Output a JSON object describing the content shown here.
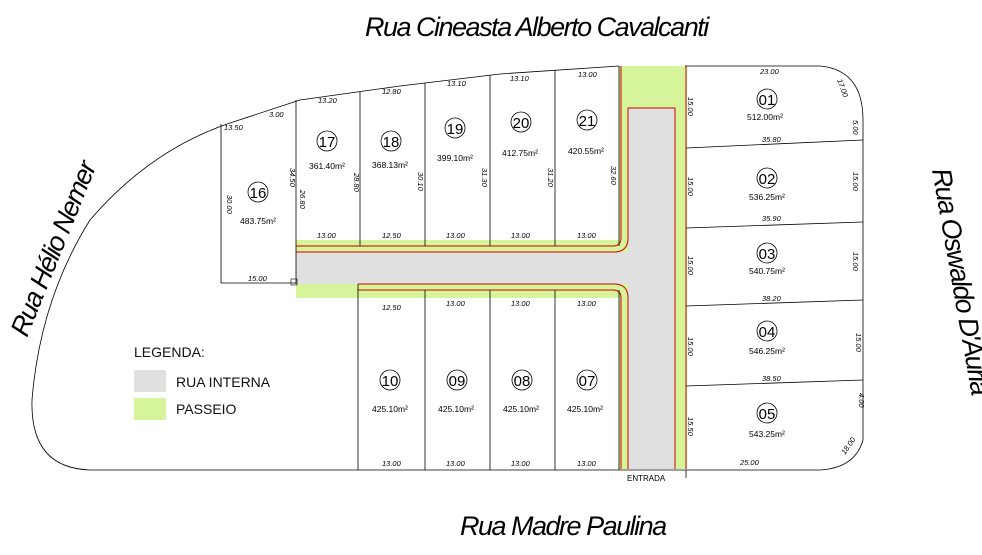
{
  "streets": {
    "top": "Rua Cineasta Alberto Cavalcanti",
    "left": "Rua Hélio Nemer",
    "right": "Rua Oswaldo D'Auria",
    "bottom": "Rua Madre Paulina"
  },
  "legend": {
    "title": "LEGENDA:",
    "items": [
      {
        "label": "RUA INTERNA",
        "color": "#e0e0e0"
      },
      {
        "label": "PASSEIO",
        "color": "#d6f59a"
      }
    ]
  },
  "entrance_label": "ENTRADA",
  "colors": {
    "road": "#e0e0e0",
    "sidewalk": "#d6f59a",
    "outline": "#000000",
    "curb": "#d00000"
  },
  "lots": [
    {
      "num": "01",
      "area": "512.00m²"
    },
    {
      "num": "02",
      "area": "536.25m²"
    },
    {
      "num": "03",
      "area": "540.75m²"
    },
    {
      "num": "04",
      "area": "546.25m²"
    },
    {
      "num": "05",
      "area": "543.25m²"
    },
    {
      "num": "07",
      "area": "425.10m²"
    },
    {
      "num": "08",
      "area": "425.10m²"
    },
    {
      "num": "09",
      "area": "425.10m²"
    },
    {
      "num": "10",
      "area": "425.10m²"
    },
    {
      "num": "16",
      "area": "483.75m²"
    },
    {
      "num": "17",
      "area": "361.40m²"
    },
    {
      "num": "18",
      "area": "368.13m²"
    },
    {
      "num": "19",
      "area": "399.10m²"
    },
    {
      "num": "20",
      "area": "412.75m²"
    },
    {
      "num": "21",
      "area": "420.55m²"
    }
  ],
  "dimensions": {
    "top_front": [
      "13.50",
      "3.00",
      "13.20",
      "12.80",
      "13.10",
      "13.10",
      "13.00"
    ],
    "inner_top_row": [
      "13.00",
      "12.50",
      "13.00",
      "13.00",
      "13.00"
    ],
    "inner_bottom_row": [
      "12.50",
      "13.00",
      "13.00",
      "13.00"
    ],
    "bottom_front": [
      "13.00",
      "13.00",
      "13.00",
      "13.00"
    ],
    "lot16_bottom": "15.00",
    "lot16_side": "30.00",
    "depths_top": [
      "34.50",
      "28.80",
      "30.10",
      "31.30",
      "31.20",
      "32.60"
    ],
    "depth_l17_left": "26.80",
    "right_widths": [
      "23.00",
      "35.80",
      "35.90",
      "38.20",
      "38.50",
      "25.00"
    ],
    "right_front": [
      "5.00",
      "15.00",
      "15.00",
      "15.00",
      "4.00"
    ],
    "right_corner_top": "17.00",
    "right_corner_bottom": "18.00",
    "right_inner": [
      "15.00",
      "15.00",
      "15.00",
      "15.00",
      "15.50"
    ]
  }
}
